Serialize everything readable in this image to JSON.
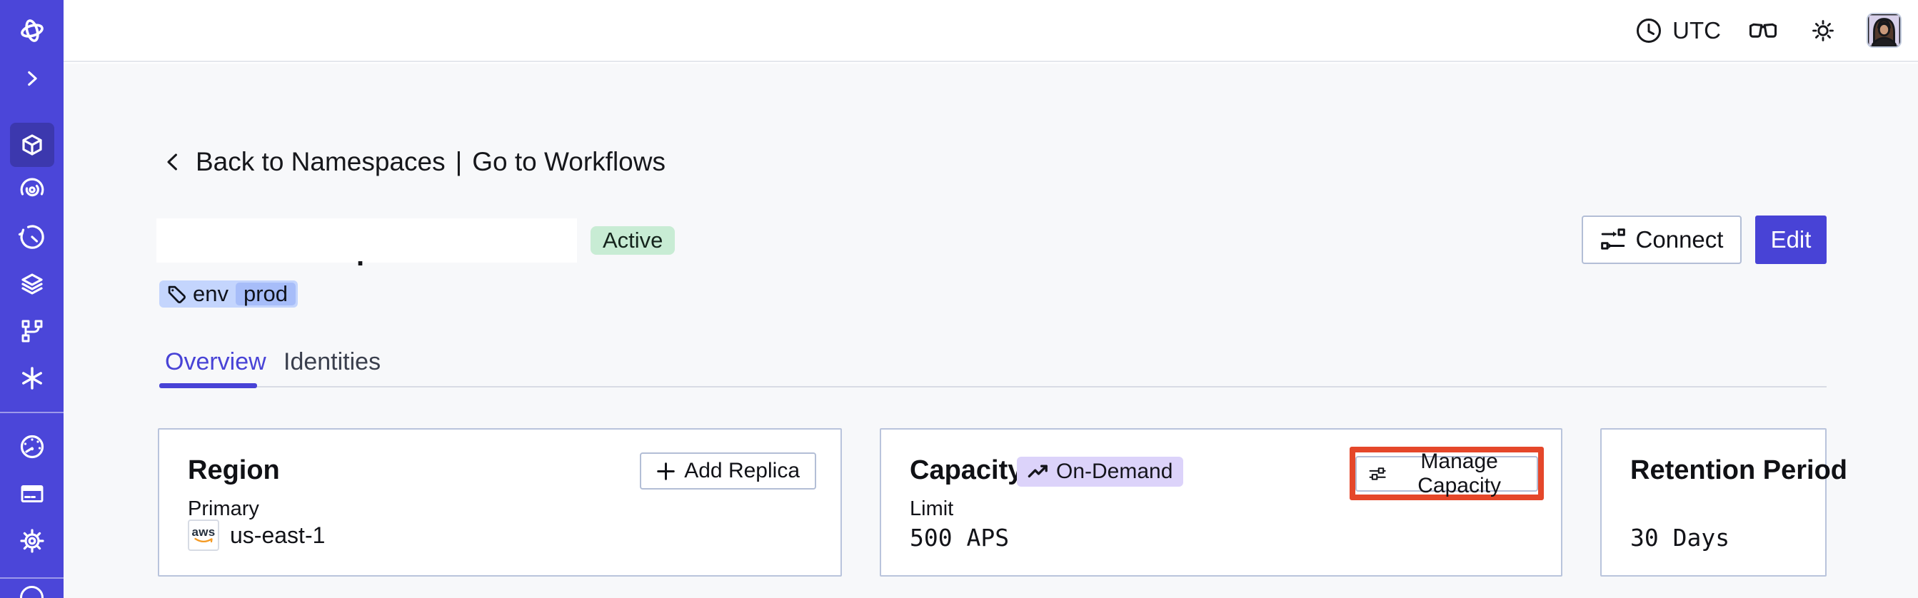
{
  "colors": {
    "sidebar-bg": "#4B46D9",
    "sidebar-active-bg": "#3C38AE",
    "accent": "#4843D6",
    "content-bg": "#F7F8FA",
    "card-border": "#B9C4DC",
    "button-border": "#B3BED6",
    "text": "#15161A",
    "green-badge-bg": "#C8ECD4",
    "purple-badge-bg": "#DCD3FA",
    "tag-bg": "#C4D5FD",
    "tag-inner-bg": "#A7BDF9",
    "highlight-red": "#E5472A",
    "tab-line": "#D8DBE4",
    "topbar-border": "#E4E7ED",
    "aws-orange": "#F49A24",
    "aws-navy": "#232F3E",
    "avatar-bg": "#D8D0EA"
  },
  "icons": [
    "temporal-logo-icon",
    "expand-chevron-icon",
    "namespaces-cube-icon",
    "spiral-icon",
    "countdown-clock-icon",
    "layers-icon",
    "pipeline-icon",
    "asterisk-icon",
    "gauge-icon",
    "billing-card-icon",
    "gear-icon",
    "account-circle-icon",
    "clock-icon",
    "glasses-icon",
    "sun-icon",
    "back-chevron-icon",
    "tag-icon",
    "connect-flow-icon",
    "plus-icon",
    "trend-up-icon",
    "sliders-icon",
    "aws-logo"
  ],
  "topbar": {
    "timezone": "UTC"
  },
  "sidebar": {
    "icon_names": [
      "temporal-logo",
      "expand-chevron",
      "namespaces (active)",
      "spiral",
      "countdown-clock",
      "layers",
      "pipeline",
      "asterisk",
      "gauge",
      "billing-card",
      "gear",
      "account-circle (cut off)"
    ]
  },
  "breadcrumb": {
    "back_label": "Back to Namespaces",
    "separator": "|",
    "workflows_label": "Go to Workflows"
  },
  "header": {
    "status_badge": "Active",
    "hidden_title_fragment": ".",
    "tag_key": "env",
    "tag_value": "prod",
    "connect_label": "Connect",
    "edit_label": "Edit"
  },
  "tabs": {
    "overview_label": "Overview",
    "identities_label": "Identities"
  },
  "cards": {
    "region": {
      "title": "Region",
      "add_replica_label": "Add Replica",
      "primary_label": "Primary",
      "provider_label": "aws",
      "region_value": "us-east-1"
    },
    "capacity": {
      "title": "Capacity",
      "mode_badge": "On-Demand",
      "limit_label": "Limit",
      "limit_value": "500 APS",
      "manage_label": "Manage Capacity"
    },
    "retention": {
      "title": "Retention Period",
      "value": "30 Days"
    }
  }
}
